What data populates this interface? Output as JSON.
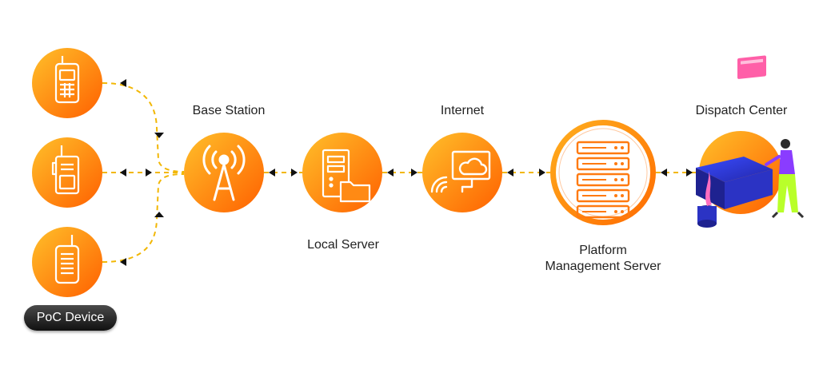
{
  "labels": {
    "base_station": "Base Station",
    "internet": "Internet",
    "dispatch_center": "Dispatch Center",
    "local_server": "Local Server",
    "platform_line1": "Platform",
    "platform_line2": "Management Server",
    "poc_device": "PoC Device"
  },
  "colors": {
    "orange_start": "#ffb01f",
    "orange_end": "#ff6a00",
    "dashed_line": "#f2b705",
    "arrow": "#111111",
    "label_text": "#222222"
  },
  "icons": {
    "device_1": "walkie-talkie-keypad-icon",
    "device_2": "walkie-talkie-antenna-icon",
    "device_3": "walkie-talkie-icon",
    "base_station": "radio-tower-icon",
    "local_server": "server-folder-icon",
    "internet": "cloud-monitor-icon",
    "platform": "server-rack-icon",
    "dispatch": "dispatcher-desk-icon"
  }
}
